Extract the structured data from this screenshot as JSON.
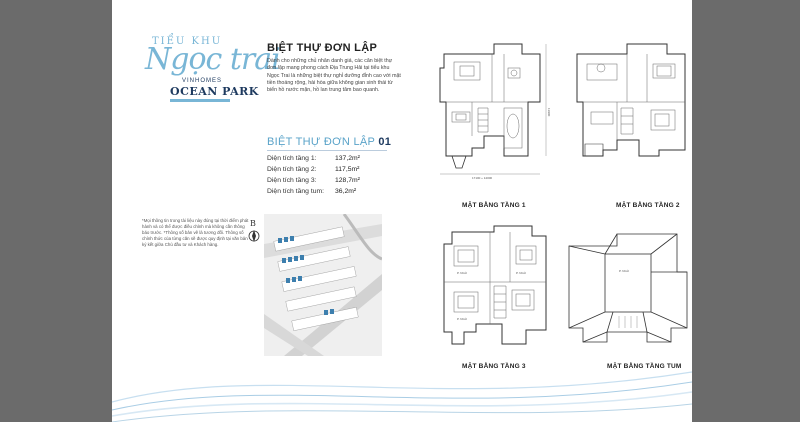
{
  "logo": {
    "line1": "TIỂU KHU",
    "line2": "Ngọc trai",
    "line3": "VINHOMES",
    "line4": "OCEAN PARK"
  },
  "heading": "BIỆT THỰ ĐƠN LẬP",
  "description": "Dành cho những chủ nhân danh giá, các căn biệt thự đơn lập mang phong cách Địa Trung Hải tại tiểu khu Ngọc Trai là những biệt thự nghỉ dưỡng đỉnh cao với mặt tiền thoáng rộng, hài hòa giữa không gian sinh thái từ biển hồ nước mặn, hồ lan trung tâm bao quanh.",
  "model": {
    "prefix": "BIỆT THỰ ĐƠN LẬP",
    "number": "01"
  },
  "specs": [
    {
      "label": "Diện tích tầng 1:",
      "value": "137,2m²"
    },
    {
      "label": "Diện tích tầng 2:",
      "value": "117,5m²"
    },
    {
      "label": "Diện tích tầng 3:",
      "value": "128,7m²"
    },
    {
      "label": "Diện tích tầng tum:",
      "value": "36,2m²"
    }
  ],
  "note": "*Mọi thông tin trong tài liệu này đúng tại thời điểm phát hành và có thể được điều chỉnh mà không cần thông báo trước. *Thông số bản vẽ là tương đối. Thông số chính thức của từng căn sẽ được quy định tại văn bản ký kết giữa Chủ đầu tư và Khách hàng.",
  "compass": "B",
  "dimensions": {
    "plan1_width": "17100 + 14000",
    "plan1_height": "13900"
  },
  "floor_labels": [
    "MẶT BẰNG TẦNG 1",
    "MẶT BẰNG TẦNG 2",
    "MẶT BẰNG TẦNG 3",
    "MẶT BẰNG TẦNG TUM"
  ],
  "room_labels": {
    "f3a": "P. NGỦ",
    "f3b": "P. NGỦ",
    "f3c": "P. NGỦ",
    "tum": "P. NGỦ"
  },
  "colors": {
    "background": "#6b6b6b",
    "accent": "#79b6d6",
    "navy": "#1e3a5f",
    "wave": "#b8d4e6",
    "road": "#c9c9c9"
  }
}
